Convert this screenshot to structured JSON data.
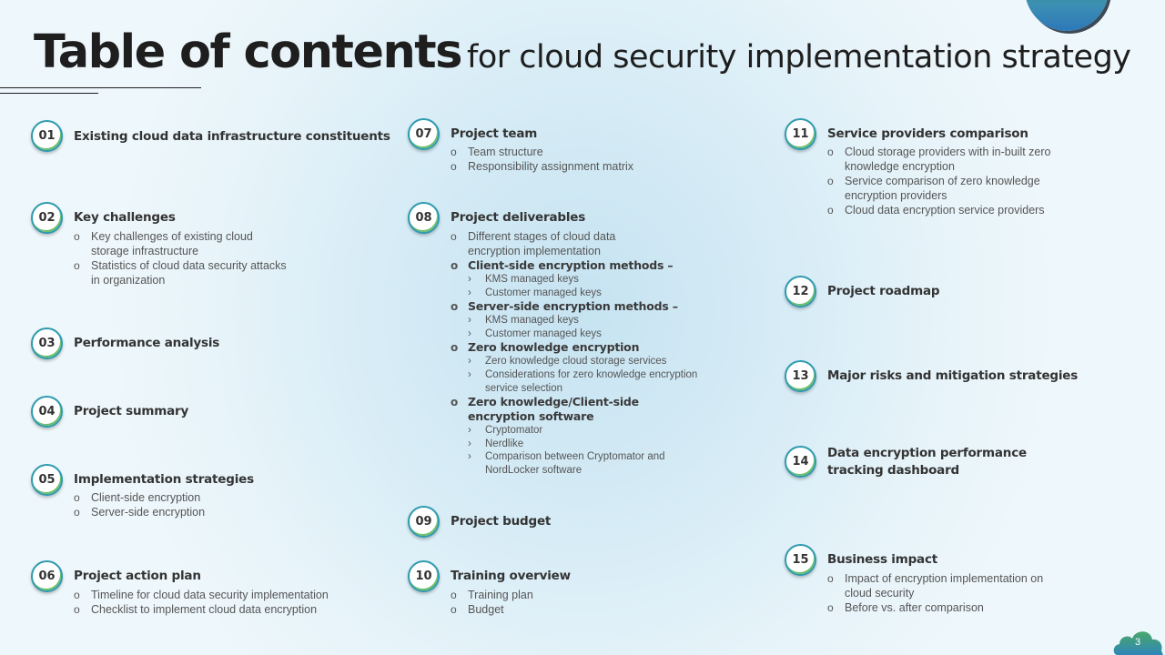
{
  "title": {
    "main": "Table of contents",
    "sub": "for cloud security implementation strategy"
  },
  "page_number": "3",
  "items": [
    {
      "num": "01",
      "heading": "Existing cloud data infrastructure constituents"
    },
    {
      "num": "02",
      "heading": "Key challenges",
      "subs": [
        "Key challenges of existing cloud",
        "storage infrastructure",
        "Statistics of cloud data security attacks",
        "in organization"
      ]
    },
    {
      "num": "03",
      "heading": "Performance analysis"
    },
    {
      "num": "04",
      "heading": "Project summary"
    },
    {
      "num": "05",
      "heading": "Implementation strategies",
      "subs": [
        "Client-side encryption",
        "Server-side encryption"
      ]
    },
    {
      "num": "06",
      "heading": "Project action plan",
      "subs": [
        "Timeline for cloud data security implementation",
        "Checklist to implement cloud data encryption"
      ]
    },
    {
      "num": "07",
      "heading": "Project team",
      "subs": [
        "Team structure",
        "Responsibility assignment matrix"
      ]
    },
    {
      "num": "08",
      "heading": "Project deliverables",
      "subs": [
        "Different stages of cloud data",
        "encryption implementation",
        "Client-side encryption methods –",
        "KMS managed keys",
        "Customer managed keys",
        "Server-side encryption methods –",
        "KMS managed keys",
        "Customer managed keys",
        "Zero knowledge encryption",
        "Zero knowledge cloud storage services",
        "Considerations for zero knowledge encryption",
        "service selection",
        "Zero knowledge/Client-side",
        "encryption software",
        "Cryptomator",
        "Nerdlike",
        "Comparison between Cryptomator and",
        "NordLocker software"
      ]
    },
    {
      "num": "09",
      "heading": "Project budget"
    },
    {
      "num": "10",
      "heading": "Training overview",
      "subs": [
        "Training plan",
        "Budget"
      ]
    },
    {
      "num": "11",
      "heading": "Service providers comparison",
      "subs": [
        "Cloud storage providers with in-built zero",
        "knowledge encryption",
        "Service comparison of zero knowledge",
        "encryption providers",
        "Cloud data encryption service providers"
      ]
    },
    {
      "num": "12",
      "heading": "Project roadmap"
    },
    {
      "num": "13",
      "heading": "Major risks and mitigation strategies"
    },
    {
      "num": "14",
      "heading_lines": [
        "Data encryption performance",
        "tracking dashboard"
      ]
    },
    {
      "num": "15",
      "heading": "Business impact",
      "subs": [
        "Impact of encryption implementation on",
        "cloud security",
        "Before vs. after comparison"
      ]
    }
  ]
}
